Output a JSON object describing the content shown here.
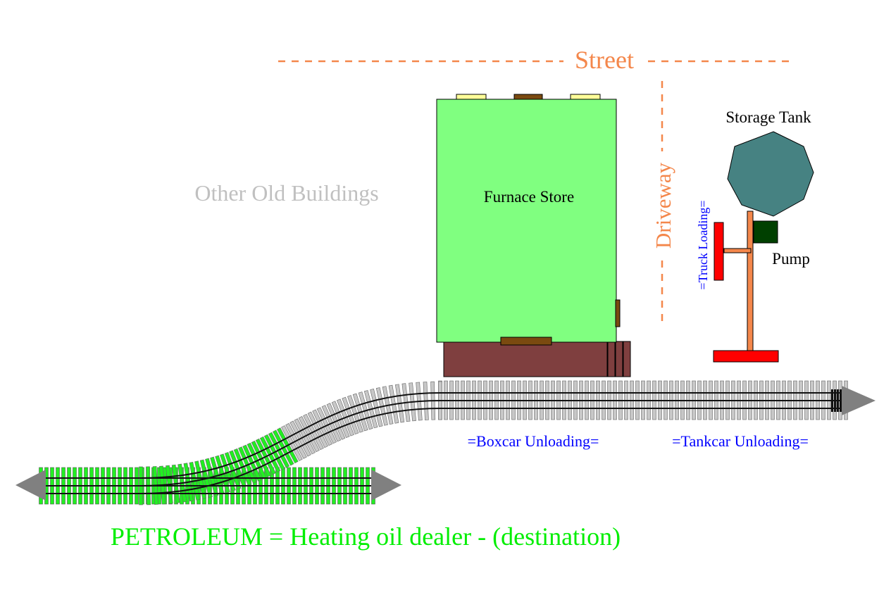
{
  "labels": {
    "street": "Street",
    "driveway": "Driveway",
    "storage_tank": "Storage Tank",
    "other_buildings": "Other Old Buildings",
    "furnace_store": "Furnace Store",
    "truck_loading": "=Truck Loading=",
    "pump": "Pump",
    "boxcar_unloading": "=Boxcar Unloading=",
    "tankcar_unloading": "=Tankcar Unloading=",
    "caption": "PETROLEUM = Heating oil dealer - (destination)"
  },
  "colors": {
    "street": "#f4874b",
    "tank": "#468282",
    "building": "#80ff80",
    "dock": "#7f3f3f",
    "door": "#7a4a10",
    "skylight": "#ffff99",
    "loading_rack": "#ff0000",
    "pipe": "#f4874b",
    "pump": "#004000",
    "spot_label": "#0000ff",
    "caption": "#00ee00",
    "other_buildings": "#c0c0c0",
    "tie": "#c8c8c8",
    "mainline_tie": "#22ee22",
    "arrow": "#808080"
  }
}
